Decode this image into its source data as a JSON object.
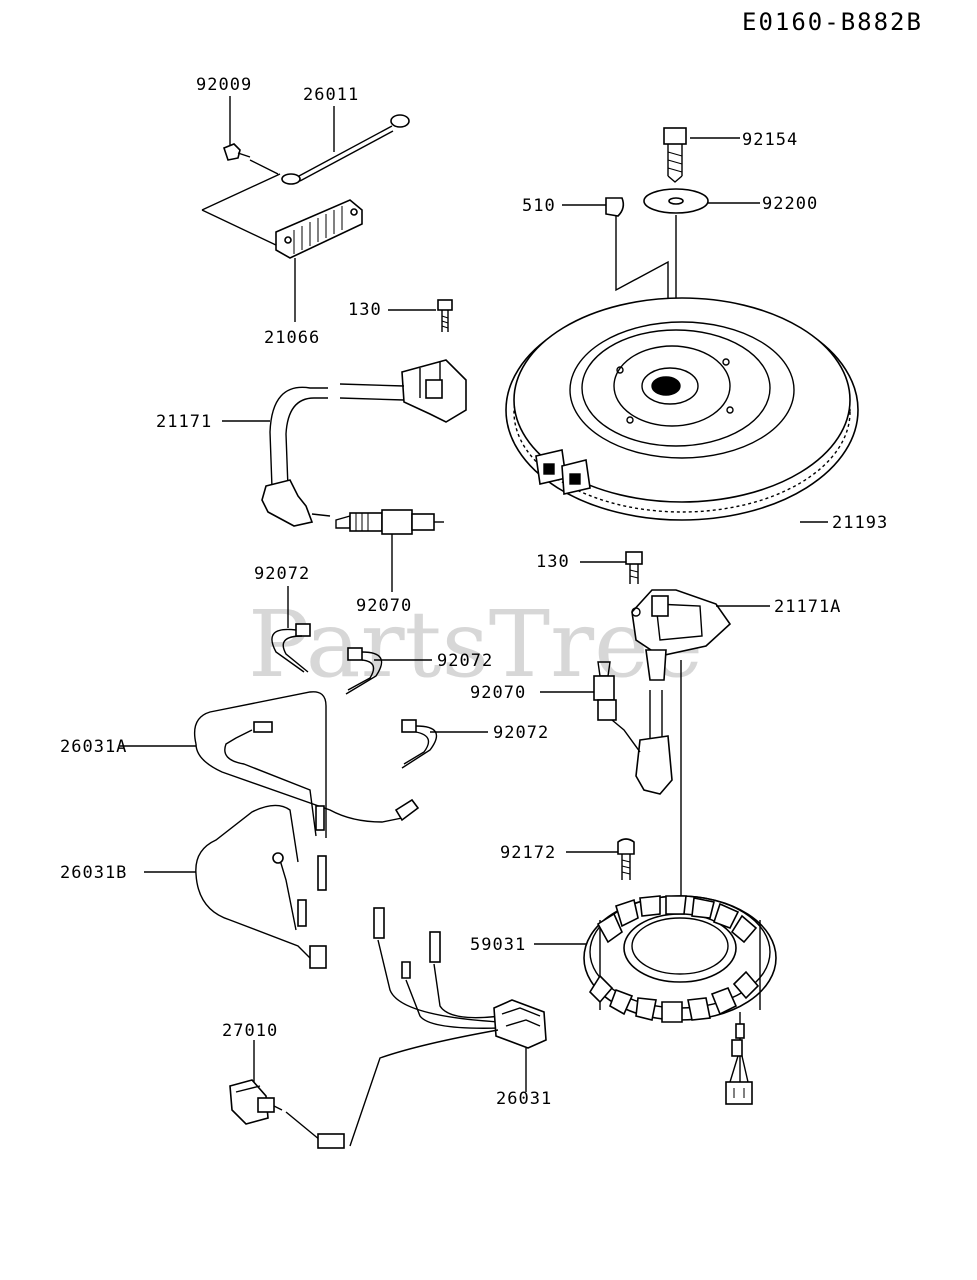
{
  "diagram_code": "E0160-B882B",
  "watermark": "PartsTree",
  "parts": {
    "p92009": "92009",
    "p26011": "26011",
    "p21066": "21066",
    "p130_top": "130",
    "p21171": "21171",
    "p92070_top": "92070",
    "p92072_a": "92072",
    "p92072_b": "92072",
    "p92072_c": "92072",
    "p26031A": "26031A",
    "p26031B": "26031B",
    "p27010": "27010",
    "p26031": "26031",
    "p92154": "92154",
    "p510": "510",
    "p92200": "92200",
    "p21193": "21193",
    "p130_mid": "130",
    "p21171A": "21171A",
    "p92070_mid": "92070",
    "p92172": "92172",
    "p59031": "59031"
  }
}
